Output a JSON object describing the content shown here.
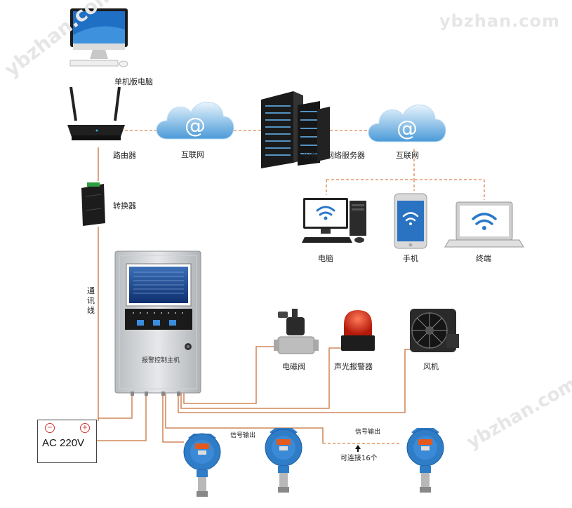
{
  "watermarks": {
    "top_right": "ybzhan.com",
    "left": "ybzhan.com",
    "bottom_right": "ybzhan.com"
  },
  "labels": {
    "pc_standalone": "单机版电脑",
    "router": "路由器",
    "internet_left": "互联网",
    "server": "安帕尔网络服务器",
    "internet_right": "互联网",
    "converter": "转换器",
    "computer": "电脑",
    "phone": "手机",
    "terminal": "终端",
    "comm_line": "通讯线",
    "solenoid_valve": "电磁阀",
    "alarm": "声光报警器",
    "fan": "风机",
    "controller_label": "报警控制主机",
    "signal_out_1": "信号输出",
    "signal_out_2": "信号输出",
    "connect_up_to": "可连接16个"
  },
  "power": {
    "text": "AC 220V",
    "minus": "−",
    "plus": "+"
  },
  "colors": {
    "wire": "#c8713a",
    "dash": "#d9834e",
    "cloud": "#6fb3ea",
    "detector": "#2f7cc7",
    "panel": "#c9ccd0"
  }
}
